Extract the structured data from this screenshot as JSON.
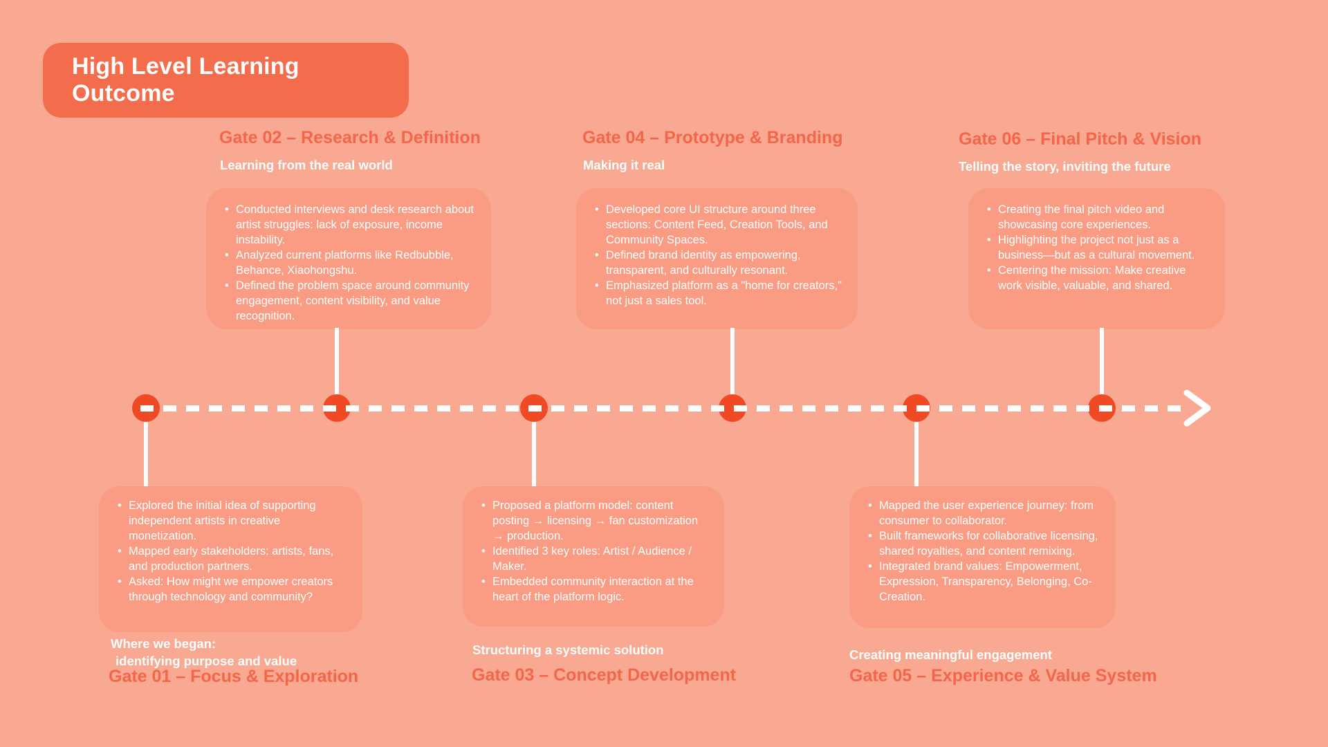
{
  "title": {
    "label": "High Level Learning Outcome"
  },
  "colors": {
    "background": "#F9A891",
    "card": "#FA9B83",
    "accent_coral": "#F3664A",
    "title_box": "#F36C4C",
    "timeline_dot": "#F04A24",
    "text_light": "#FFFFFF"
  },
  "icons": {
    "timeline_arrow": "chevron-right-icon"
  },
  "gates": [
    {
      "heading": "Gate 01 – Focus & Exploration",
      "subtitle_lines": [
        "Where we began:",
        "identifying purpose and value"
      ],
      "bullets": [
        "Explored the initial idea of supporting independent artists in creative monetization.",
        "Mapped early stakeholders: artists, fans, and production partners.",
        "Asked: How might we empower creators through technology and community?"
      ]
    },
    {
      "heading": "Gate 02 – Research & Definition",
      "subtitle_lines": [
        "Learning from the real world"
      ],
      "bullets": [
        "Conducted interviews and desk research about artist struggles: lack of exposure, income instability.",
        "Analyzed current platforms like Redbubble, Behance, Xiaohongshu.",
        "Defined the problem space around community engagement, content visibility, and value recognition."
      ]
    },
    {
      "heading": "Gate 03 – Concept Development",
      "subtitle_lines": [
        "Structuring a systemic solution"
      ],
      "bullets": [
        "Proposed a platform model: content posting → licensing → fan customization → production.",
        "Identified 3 key roles: Artist / Audience / Maker.",
        "Embedded community interaction at the heart of the platform logic."
      ]
    },
    {
      "heading": "Gate 04 – Prototype & Branding",
      "subtitle_lines": [
        "Making it real"
      ],
      "bullets": [
        "Developed core UI structure around three sections: Content Feed, Creation Tools, and Community Spaces.",
        "Defined brand identity as empowering, transparent, and culturally resonant.",
        "Emphasized platform as a \"home for creators,\" not just a sales tool."
      ]
    },
    {
      "heading": "Gate 05 – Experience & Value System",
      "subtitle_lines": [
        "Creating meaningful engagement"
      ],
      "bullets": [
        "Mapped the user experience journey: from consumer to collaborator.",
        "Built frameworks for collaborative licensing, shared royalties, and content remixing.",
        "Integrated brand values: Empowerment, Expression, Transparency, Belonging, Co-Creation."
      ]
    },
    {
      "heading": "Gate 06 – Final Pitch & Vision",
      "subtitle_lines": [
        "Telling the story, inviting the future"
      ],
      "bullets": [
        "Creating the final pitch video and showcasing core experiences.",
        "Highlighting the project not just as a business—but as a cultural movement.",
        "Centering the mission: Make creative work visible, valuable, and shared."
      ]
    }
  ]
}
